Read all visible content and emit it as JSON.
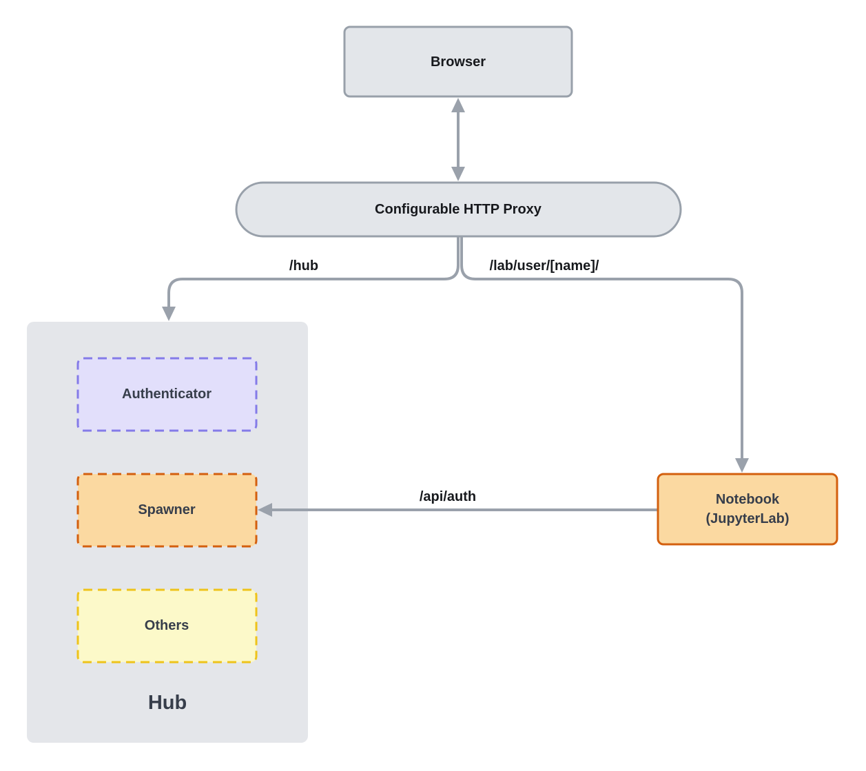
{
  "colors": {
    "connector": "#9aa1ab",
    "gray_node_fill": "#e3e6ea",
    "gray_node_stroke": "#98a0aa",
    "hub_container_fill": "#e4e6ea",
    "authenticator_fill": "#e2dffb",
    "authenticator_stroke": "#847be8",
    "spawner_fill": "#fbd9a1",
    "orange_stroke": "#d35f0e",
    "others_fill": "#fcf9c9",
    "others_stroke": "#eec31a",
    "notebook_fill": "#fbd9a1",
    "edge_label_color": "#17191d",
    "gray_node_label_color": "#17191d",
    "colored_node_label_color": "#373e4b"
  },
  "nodes": {
    "browser": {
      "label": "Browser"
    },
    "proxy": {
      "label": "Configurable HTTP Proxy"
    },
    "hub": {
      "label": "Hub"
    },
    "authenticator": {
      "label": "Authenticator"
    },
    "spawner": {
      "label": "Spawner"
    },
    "others": {
      "label": "Others"
    },
    "notebook": {
      "label_line1": "Notebook",
      "label_line2": "(JupyterLab)"
    }
  },
  "edges": {
    "proxy_hub": {
      "label": "/hub"
    },
    "proxy_notebook": {
      "label": "/lab/user/[name]/"
    },
    "notebook_spawner": {
      "label": "/api/auth"
    }
  }
}
